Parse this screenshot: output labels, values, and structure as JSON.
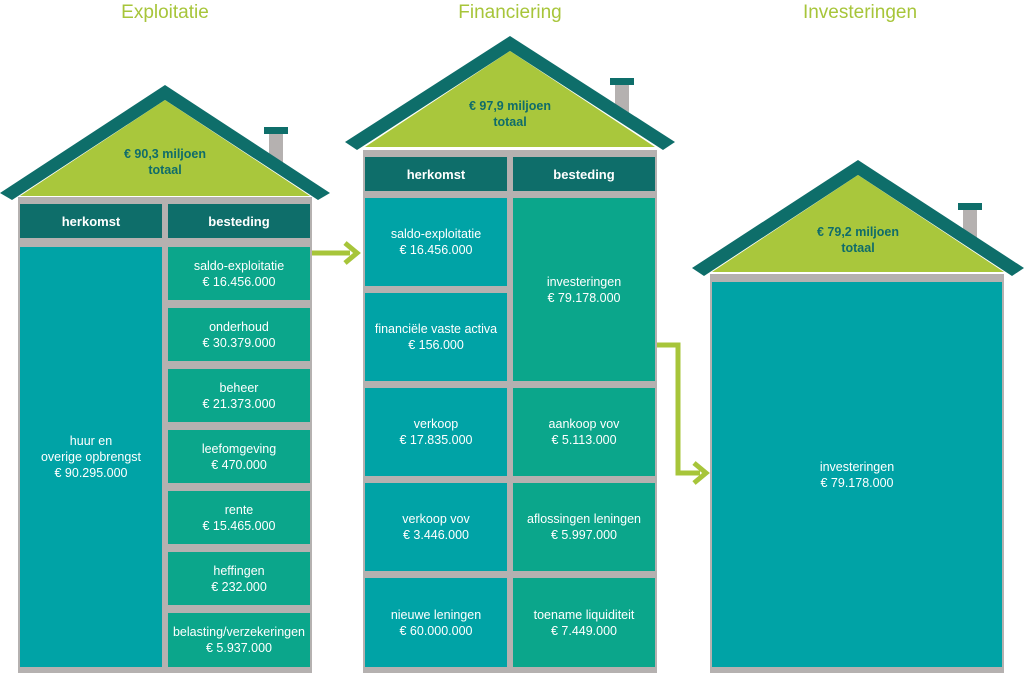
{
  "titles": {
    "exploitatie": "Exploitatie",
    "financiering": "Financiering",
    "investeringen": "Investeringen"
  },
  "exploitatie": {
    "roof_amount": "€ 90,3 miljoen",
    "roof_total": "totaal",
    "header_herkomst": "herkomst",
    "header_besteding": "besteding",
    "herkomst": {
      "label_line1": "huur en",
      "label_line2": "overige opbrengst",
      "value": "€ 90.295.000"
    },
    "besteding": [
      {
        "label": "saldo-exploitatie",
        "value": "€ 16.456.000"
      },
      {
        "label": "onderhoud",
        "value": "€ 30.379.000"
      },
      {
        "label": "beheer",
        "value": "€ 21.373.000"
      },
      {
        "label": "leefomgeving",
        "value": "€ 470.000"
      },
      {
        "label": "rente",
        "value": "€ 15.465.000"
      },
      {
        "label": "heffingen",
        "value": "€ 232.000"
      },
      {
        "label": "belasting/verzekeringen",
        "value": "€ 5.937.000"
      }
    ]
  },
  "financiering": {
    "roof_amount": "€ 97,9 miljoen",
    "roof_total": "totaal",
    "header_herkomst": "herkomst",
    "header_besteding": "besteding",
    "herkomst": [
      {
        "label": "saldo-exploitatie",
        "value": "€ 16.456.000"
      },
      {
        "label": "financiële vaste activa",
        "value": "€ 156.000"
      },
      {
        "label": "verkoop",
        "value": "€ 17.835.000"
      },
      {
        "label": "verkoop vov",
        "value": "€ 3.446.000"
      },
      {
        "label": "nieuwe leningen",
        "value": "€ 60.000.000"
      }
    ],
    "besteding": [
      {
        "label": "investeringen",
        "value": "€ 79.178.000"
      },
      {
        "label": "aankoop vov",
        "value": "€ 5.113.000"
      },
      {
        "label": "aflossingen leningen",
        "value": "€ 5.997.000"
      },
      {
        "label": "toename liquiditeit",
        "value": "€ 7.449.000"
      }
    ]
  },
  "investeringen": {
    "roof_amount": "€ 79,2 miljoen",
    "roof_total": "totaal",
    "body": {
      "label": "investeringen",
      "value": "€ 79.178.000"
    }
  },
  "colors": {
    "title": "#a7c53a",
    "roof_dark": "#0e6e6a",
    "roof_fill": "#a9c73c",
    "teal": "#00a3a6",
    "green": "#0ba68b",
    "arrow": "#a7c53a",
    "gray": "#b5b1b0"
  }
}
